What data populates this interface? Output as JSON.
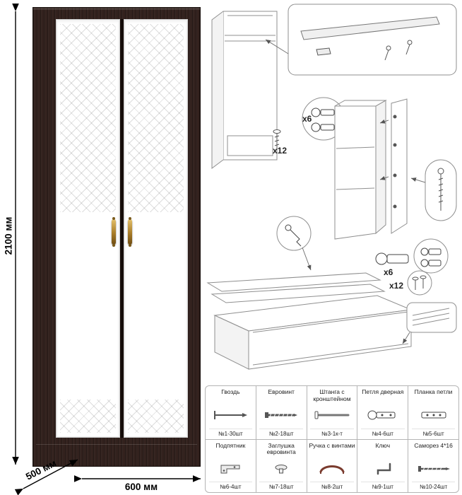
{
  "dimensions": {
    "height": "2100 мм",
    "depth": "500 мм",
    "width": "600 мм"
  },
  "callouts": {
    "rail_screws": "x12",
    "top_hinges": "x6",
    "bottom_hinges": "x6",
    "bottom_screws": "x12"
  },
  "colors": {
    "wood": "#33221e",
    "door": "#ffffff",
    "handle_gold": "#c9a14a",
    "diagram_line": "#8f8f8f"
  },
  "parts": {
    "rows": [
      [
        {
          "name": "Гвоздь",
          "qty": "№1-30шт",
          "icon": "nail-icon"
        },
        {
          "name": "Евровинт",
          "qty": "№2-18шт",
          "icon": "euroscrew-icon"
        },
        {
          "name": "Штанга с кронштейном",
          "qty": "№3-1к-т",
          "icon": "rod-icon"
        },
        {
          "name": "Петля дверная",
          "qty": "№4-6шт",
          "icon": "hinge-icon"
        },
        {
          "name": "Планка петли",
          "qty": "№5-6шт",
          "icon": "hinge-plate-icon"
        }
      ],
      [
        {
          "name": "Подпятник",
          "qty": "№6-4шт",
          "icon": "foot-bracket-icon"
        },
        {
          "name": "Заглушка евровинта",
          "qty": "№7-18шт",
          "icon": "screw-cap-icon"
        },
        {
          "name": "Ручка с винтами",
          "qty": "№8-2шт",
          "icon": "handle-icon"
        },
        {
          "name": "Ключ",
          "qty": "№9-1шт",
          "icon": "key-icon"
        },
        {
          "name": "Саморез 4*16",
          "qty": "№10-24шт",
          "icon": "selftap-screw-icon"
        }
      ]
    ]
  }
}
